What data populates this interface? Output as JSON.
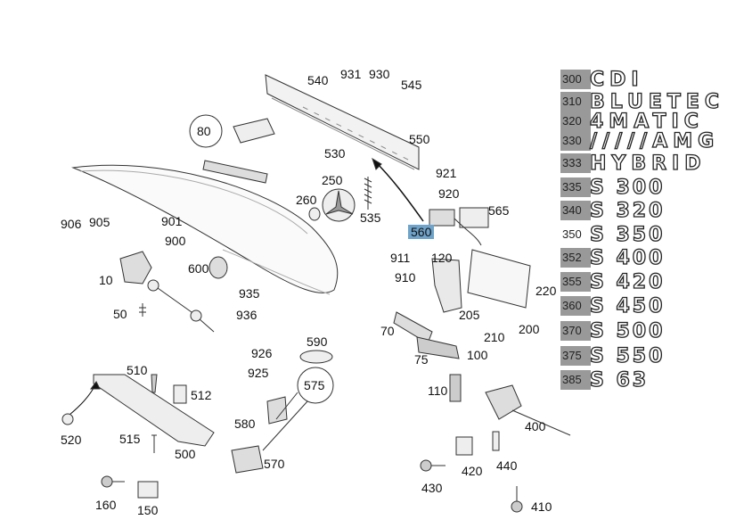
{
  "callouts": {
    "c540": "540",
    "c931": "931",
    "c930": "930",
    "c545": "545",
    "c80": "80",
    "c550": "550",
    "c530": "530",
    "c921": "921",
    "c920": "920",
    "c250": "250",
    "c260": "260",
    "c535": "535",
    "c565": "565",
    "c560": "560",
    "c906": "906",
    "c905": "905",
    "c901": "901",
    "c900": "900",
    "c10": "10",
    "c600": "600",
    "c935": "935",
    "c50": "50",
    "c936": "936",
    "c911": "911",
    "c910": "910",
    "c120": "120",
    "c220": "220",
    "c205": "205",
    "c210": "210",
    "c200": "200",
    "c70": "70",
    "c75": "75",
    "c100": "100",
    "c926": "926",
    "c590": "590",
    "c925": "925",
    "c575": "575",
    "c510": "510",
    "c512": "512",
    "c110": "110",
    "c400": "400",
    "c580": "580",
    "c520": "520",
    "c515": "515",
    "c500": "500",
    "c570": "570",
    "c420": "420",
    "c440": "440",
    "c430": "430",
    "c160": "160",
    "c150": "150",
    "c410": "410"
  },
  "emblems": [
    {
      "code": "300",
      "text": "CDI",
      "shaded": true
    },
    {
      "code": "310",
      "text": "BLUETEC",
      "shaded": true
    },
    {
      "code": "320",
      "text": "4MATIC",
      "shaded": true
    },
    {
      "code": "330",
      "text": "/////AMG",
      "shaded": true
    },
    {
      "code": "333",
      "text": "HYBRID",
      "shaded": true
    },
    {
      "code": "335",
      "text": "S 300",
      "shaded": true
    },
    {
      "code": "340",
      "text": "S 320",
      "shaded": true
    },
    {
      "code": "350",
      "text": "S 350",
      "shaded": false
    },
    {
      "code": "352",
      "text": "S 400",
      "shaded": true
    },
    {
      "code": "355",
      "text": "S 420",
      "shaded": true
    },
    {
      "code": "360",
      "text": "S 450",
      "shaded": true
    },
    {
      "code": "370",
      "text": "S 500",
      "shaded": true
    },
    {
      "code": "375",
      "text": "S 550",
      "shaded": true
    },
    {
      "code": "385",
      "text": "S 63",
      "shaded": true
    }
  ],
  "colors": {
    "highlight": "#6fa3c9",
    "code_bg": "#999999",
    "line": "#333333"
  }
}
